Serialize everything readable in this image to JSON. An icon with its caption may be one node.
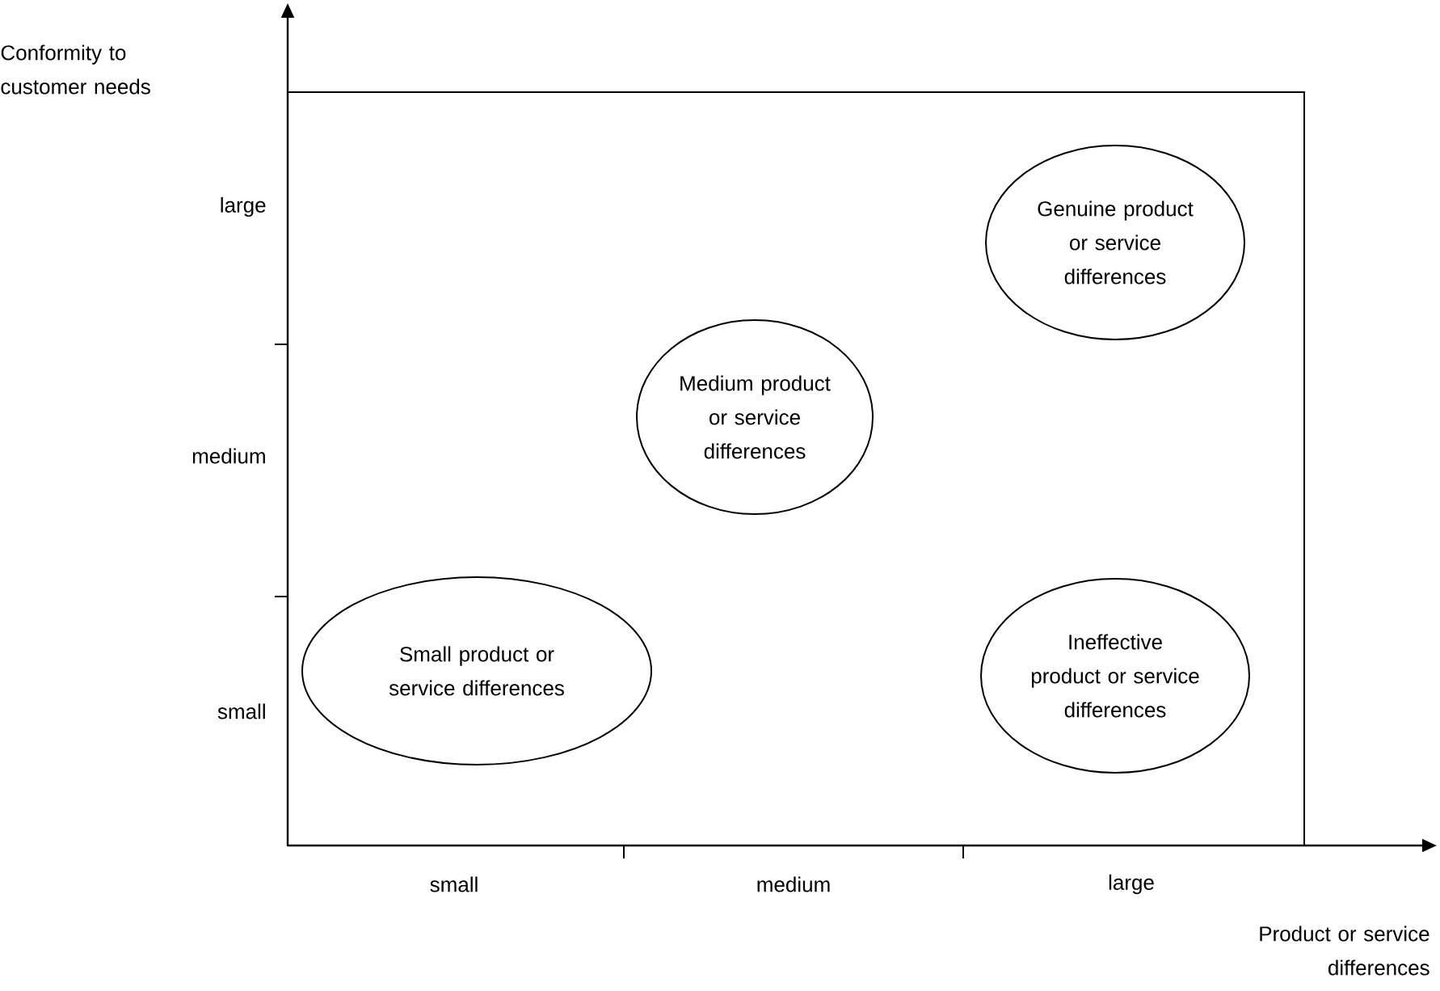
{
  "diagram": {
    "nodes": [
      {
        "text": [
          "Genuine product or service differences"
        ]
      },
      {
        "text": [
          "Medium product or service differences"
        ]
      },
      {
        "text": [
          "Small product or service differences"
        ]
      },
      {
        "text": [
          "Ineffective product or service differences"
        ]
      }
    ],
    "labels": [
      "Conformity to customer needs",
      "large",
      "medium",
      "small",
      "small",
      "medium",
      "large",
      "Product or service differences"
    ]
  }
}
